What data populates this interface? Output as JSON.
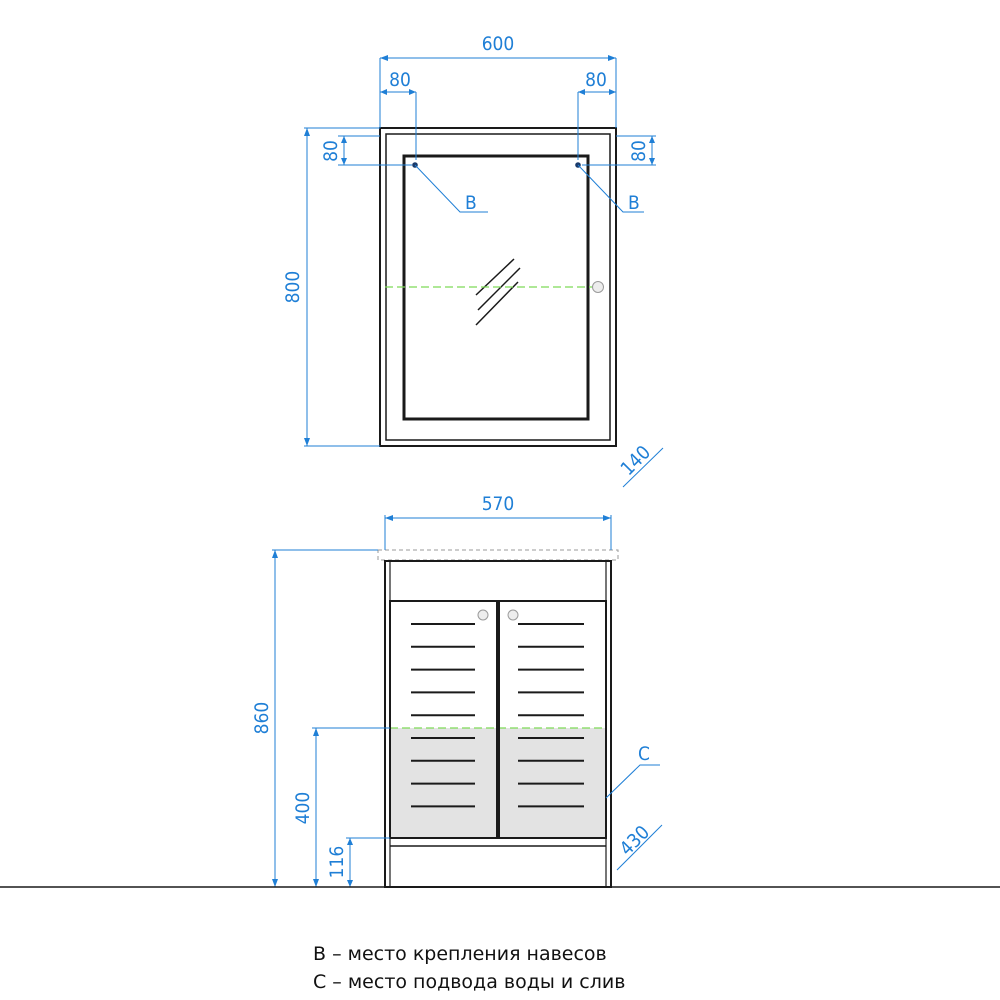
{
  "mirror": {
    "width_label": "600",
    "left_offset_label": "80",
    "right_offset_label": "80",
    "height_label": "800",
    "top_offset_left_label": "80",
    "top_offset_right_label": "80",
    "depth_label": "140",
    "point_b_left": "B",
    "point_b_right": "B"
  },
  "cabinet": {
    "width_label": "570",
    "height_label": "860",
    "water_height_label": "400",
    "plinth_height_label": "116",
    "depth_label": "430",
    "point_c": "C"
  },
  "legend": [
    "B – место крепления навесов",
    "C – место подвода воды и слив"
  ],
  "colors": {
    "dimension": "#1f7fd6",
    "outline": "#1a1a1a",
    "centerline": "#7ed957",
    "water_zone": "#e3e3e3"
  }
}
